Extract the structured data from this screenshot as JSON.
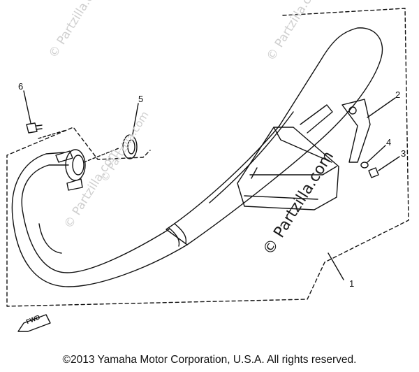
{
  "watermarks": {
    "faint": "© Partzilla.com",
    "main": "© Partzilla.com"
  },
  "callouts": [
    "1",
    "2",
    "3",
    "4",
    "5",
    "6"
  ],
  "direction_marker": "FWD",
  "copyright": "©2013 Yamaha Motor Corporation, U.S.A. All rights reserved.",
  "colors": {
    "line": "#111111",
    "watermark": "#cfcfcf",
    "background": "#ffffff"
  }
}
